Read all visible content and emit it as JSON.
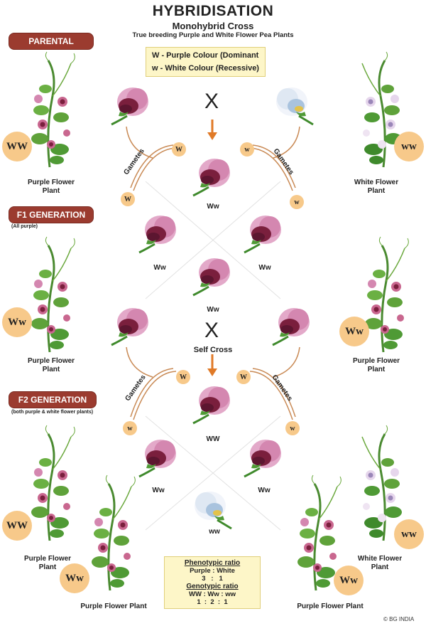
{
  "header": {
    "title": "HYBRIDISATION",
    "subtitle": "Monohybrid Cross",
    "description": "True breeding Purple and White Flower Pea Plants"
  },
  "key": {
    "dominant": "W - Purple Colour (Dominant",
    "recessive": "w - White Colour (Recessive)"
  },
  "sections": {
    "parental": "PARENTAL",
    "f1": "F1 GENERATION",
    "f1_note": "(All purple)",
    "f2": "F2 GENERATION",
    "f2_note": "(both purple & white flower plants)"
  },
  "labels": {
    "cross": "X",
    "self_cross": "Self Cross",
    "gametes": "Gametes",
    "purple_plant_l1": "Purple Flower",
    "purple_plant_l2": "Plant",
    "white_plant_l1": "White Flower",
    "white_plant_l2": "Plant",
    "purple_flower_plant": "Purple Flower Plant"
  },
  "genotypes": {
    "WW": "WW",
    "ww": "ww",
    "Ww": "Ww",
    "W": "W",
    "w": "w"
  },
  "ratio": {
    "pheno_title": "Phenotypic ratio",
    "pheno_labels": "Purple : White",
    "pheno_values": "3   :   1",
    "geno_title": "Genotypic ratio",
    "geno_labels": "WW : Ww : ww",
    "geno_values": "1  :  2  :  1"
  },
  "copyright": "© BG INDIA",
  "colors": {
    "banner": "#9b3b2f",
    "gamete_circle": "#f7c98a",
    "key_bg": "#fdf6c8",
    "arrow": "#e07a28",
    "purple_flower": "#b04a7a",
    "white_flower": "#e4ecf6"
  }
}
